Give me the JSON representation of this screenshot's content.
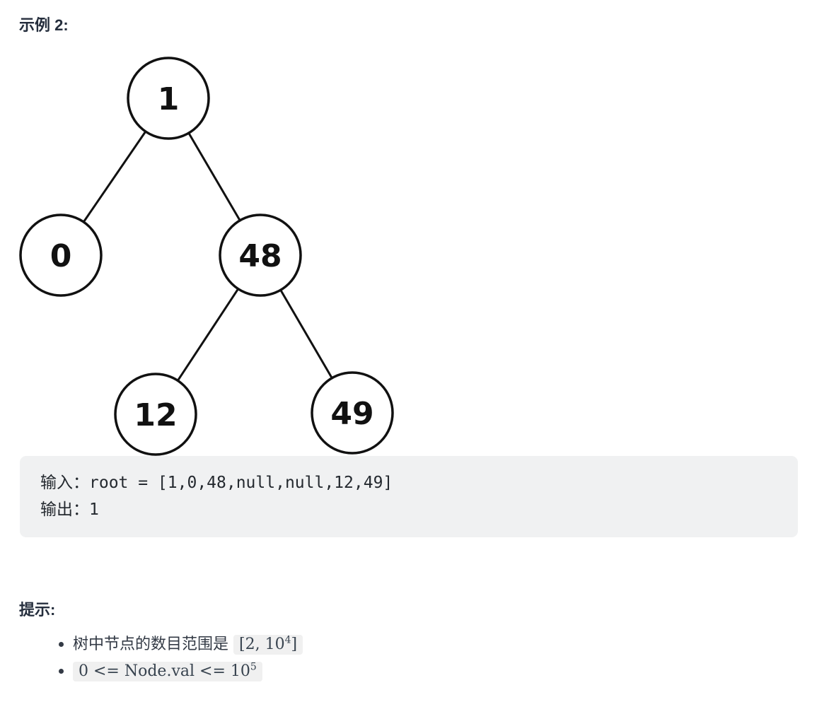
{
  "example": {
    "heading": "示例 2:",
    "input_line": "输入：root = [1,0,48,null,null,12,49]",
    "output_line": "输出：1"
  },
  "tree": {
    "nodes": [
      {
        "name": "root",
        "value": "1"
      },
      {
        "name": "root-left",
        "value": "0"
      },
      {
        "name": "root-right",
        "value": "48"
      },
      {
        "name": "right-left",
        "value": "12"
      },
      {
        "name": "right-right",
        "value": "49"
      }
    ],
    "edges": [
      {
        "from": "1",
        "to": "0"
      },
      {
        "from": "1",
        "to": "48"
      },
      {
        "from": "48",
        "to": "12"
      },
      {
        "from": "48",
        "to": "49"
      }
    ]
  },
  "hints": {
    "heading": "提示:",
    "items": [
      {
        "text": "树中节点的数目范围是",
        "code_base": "[2, 10",
        "code_sup": "4",
        "code_tail": "]"
      },
      {
        "text": "",
        "code_base": "0 <= Node.val <= 10",
        "code_sup": "5",
        "code_tail": ""
      }
    ]
  },
  "colors": {
    "heading_text": "#252e3d",
    "body_text": "#333a45",
    "code_block_bg": "#f0f1f2",
    "inline_code_bg": "#f0f0f0",
    "inline_code_text": "#38434f",
    "tree_stroke": "#111111",
    "page_bg": "#ffffff"
  }
}
